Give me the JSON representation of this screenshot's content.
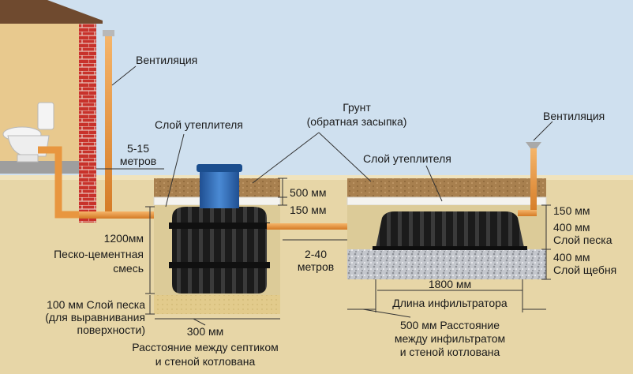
{
  "labels": {
    "ventilation_left": "Вентиляция",
    "ventilation_right": "Вентиляция",
    "soil_line1": "Грунт",
    "soil_line2": "(обратная засыпка)",
    "insulation_left": "Слой утеплителя",
    "insulation_right": "Слой утеплителя",
    "distance_house_line1": "5-15",
    "distance_house_line2": "метров",
    "depth_500": "500 мм",
    "depth_150_left": "150 мм",
    "depth_150_right": "150 мм",
    "sand_400_line1": "400 мм",
    "sand_400_line2": "Слой песка",
    "gravel_400_line1": "400 мм",
    "gravel_400_line2": "Слой щебня",
    "mix_1200": "1200мм",
    "mix_line1": "Песко-цементная",
    "mix_line2": "смесь",
    "distance_tanks_line1": "2-40",
    "distance_tanks_line2": "метров",
    "infiltrator_1800": "1800 мм",
    "infiltrator_length": "Длина инфильтратора",
    "sand_100_line1": "100 мм Слой песка",
    "sand_100_line2": "(для выравнивания",
    "sand_100_line3": "поверхности)",
    "gap_300": "300 мм",
    "gap_300_desc_line1": "Расстояние между септиком",
    "gap_300_desc_line2": "и стеной котлована",
    "gap_500_line1": "500 мм Расстояние",
    "gap_500_line2": "между инфильтратом",
    "gap_500_line3": "и стеной котлована"
  },
  "icons": {
    "toilet": "toilet-icon",
    "house_wall": "brick-wall-icon",
    "septic_tank": "septic-tank-icon",
    "infiltrator": "infiltrator-icon"
  },
  "colors": {
    "sky": "#cfe0ef",
    "ground": "#e8d7a8",
    "soil_dark": "#a87f4e",
    "brick": "#c8322b",
    "pipe": "#e8963f",
    "tank": "#1b1b1b",
    "lid": "#2f6db5",
    "gravel": "#c9ccd2",
    "sand": "#e5cf8e",
    "insulation": "#f3f3f0"
  }
}
